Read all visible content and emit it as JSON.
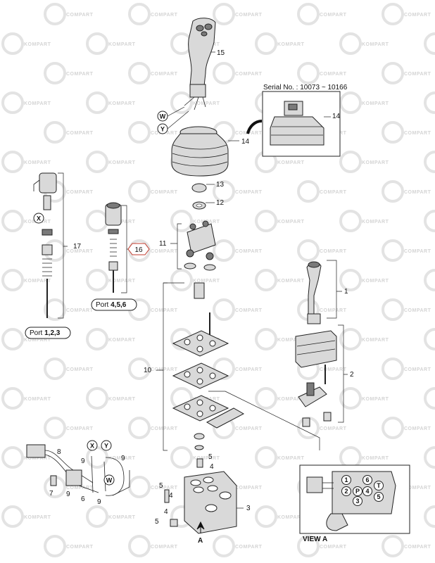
{
  "watermark": {
    "text_a": "KOMPART",
    "text_b": "COMPART"
  },
  "serial_note": "Serial No. : 10073 ~ 10166",
  "callouts": {
    "c1": "1",
    "c2": "2",
    "c3": "3",
    "c4a": "4",
    "c4b": "4",
    "c5a": "5",
    "c5b": "5",
    "c6": "6",
    "c7": "7",
    "c8": "8",
    "c9a": "9",
    "c9b": "9",
    "c9c": "9",
    "c9d": "9",
    "c10": "10",
    "c11": "11",
    "c12": "12",
    "c13": "13",
    "c14a": "14",
    "c14b": "14",
    "c15": "15",
    "c16": "16",
    "c17": "17"
  },
  "circle_letters": {
    "w1": "W",
    "y1": "Y",
    "x1": "X",
    "x2": "X",
    "y2": "Y",
    "w2": "W"
  },
  "ports_a": {
    "prefix": "Port ",
    "numbers": "1,2,3"
  },
  "ports_b": {
    "prefix": "Port ",
    "numbers": "4,5,6"
  },
  "arrow_label": "A",
  "view_a": {
    "title": "VIEW A",
    "ports": [
      "1",
      "2",
      "P",
      "4",
      "3",
      "T",
      "6",
      "5"
    ]
  }
}
